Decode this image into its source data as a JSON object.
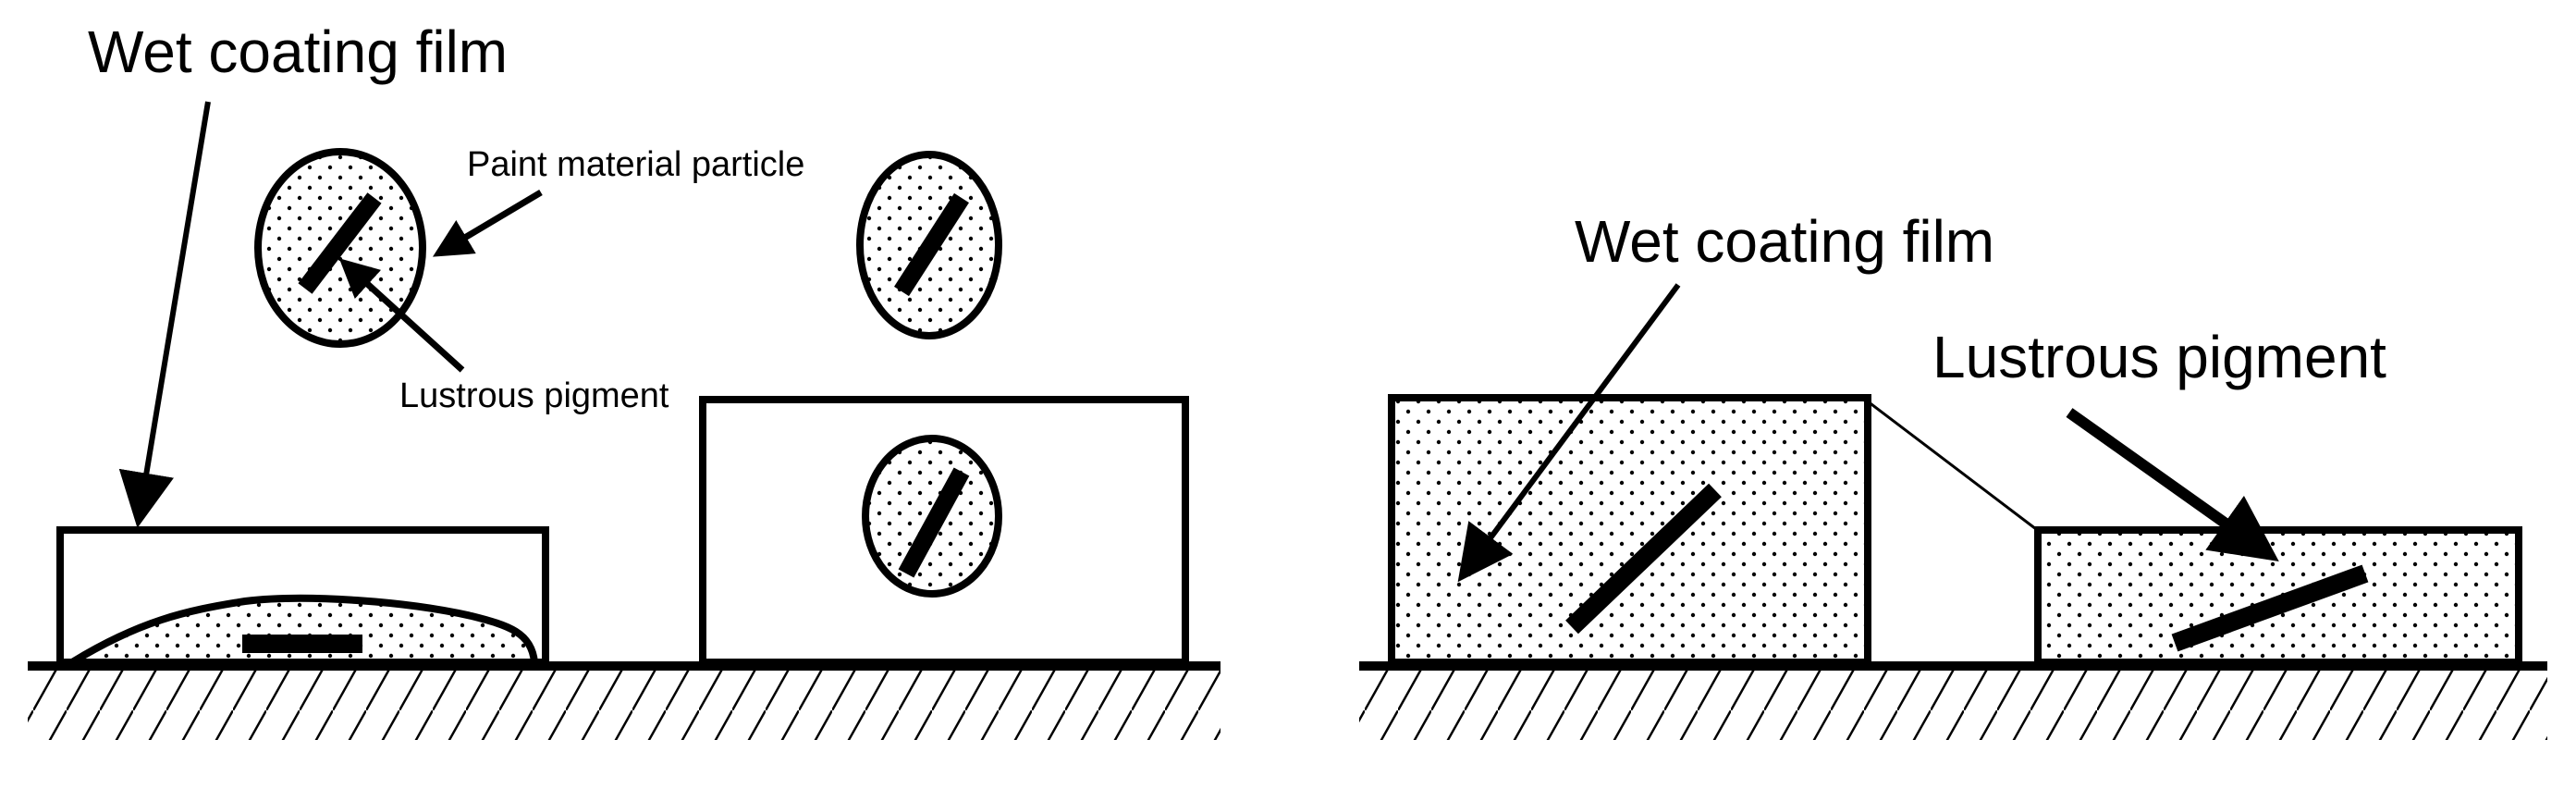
{
  "labels": {
    "left_wet_film": "Wet coating film",
    "paint_particle": "Paint material particle",
    "lustrous_pigment_left": "Lustrous pigment",
    "right_wet_film": "Wet coating film",
    "lustrous_pigment_right": "Lustrous pigment"
  },
  "colors": {
    "ink": "#000000",
    "background": "#ffffff"
  }
}
